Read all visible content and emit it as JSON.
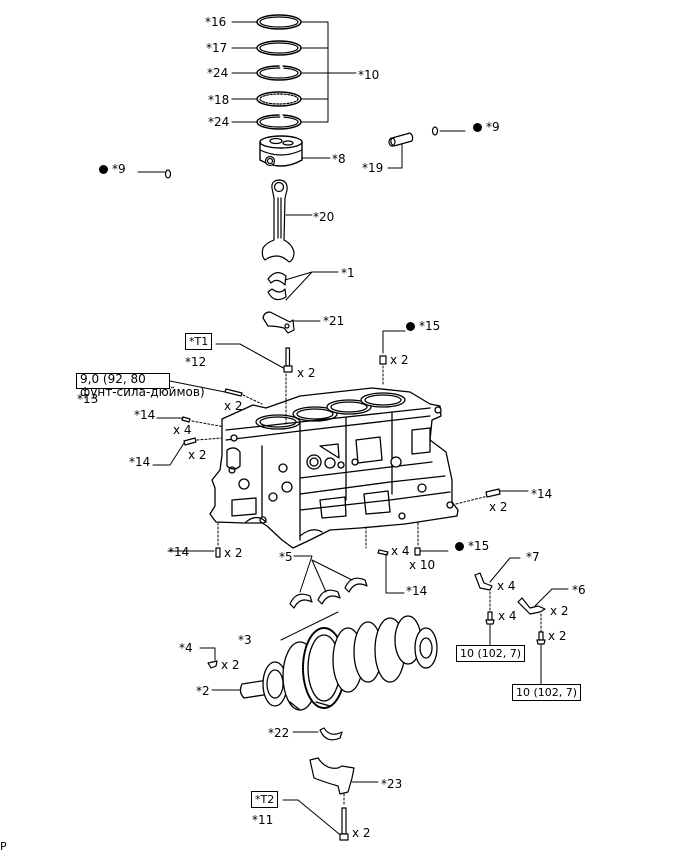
{
  "labels": {
    "p16": "*16",
    "p17": "*17",
    "p24a": "*24",
    "p18": "*18",
    "p24b": "*24",
    "p10": "*10",
    "p8": "*8",
    "p9r": "*9",
    "p19": "*19",
    "p9l": "*9",
    "p20": "*20",
    "p1": "*1",
    "p21": "*21",
    "t1": "*T1",
    "p12": "*12",
    "x2_12": "x 2",
    "p15a": "*15",
    "x2_15": "x 2",
    "torque_note": "9,0 (92, 80\nфунт-сила-дюймов)",
    "p13": "*13",
    "x2_13": "x 2",
    "p14a": "*14",
    "x4_14a": "x 4",
    "p14b": "*14",
    "x2_14b": "x 2",
    "p14c": "*14",
    "x2_14c": "x 2",
    "p14d": "*14",
    "x2_14d": "x 2",
    "p5": "*5",
    "x4_14e": "x 4",
    "p14e": "*14",
    "x10": "x 10",
    "p15b": "*15",
    "p7": "*7",
    "x4_7a": "x 4",
    "x4_7b": "x 4",
    "torque7": "10 (102, 7)",
    "p6": "*6",
    "x2_6a": "x 2",
    "x2_6b": "x 2",
    "torque6": "10 (102, 7)",
    "p3": "*3",
    "p4": "*4",
    "x2_4": "x 2",
    "p2": "*2",
    "p22": "*22",
    "p23": "*23",
    "t2": "*T2",
    "p11": "*11",
    "x2_11": "x 2",
    "corner": "P"
  }
}
